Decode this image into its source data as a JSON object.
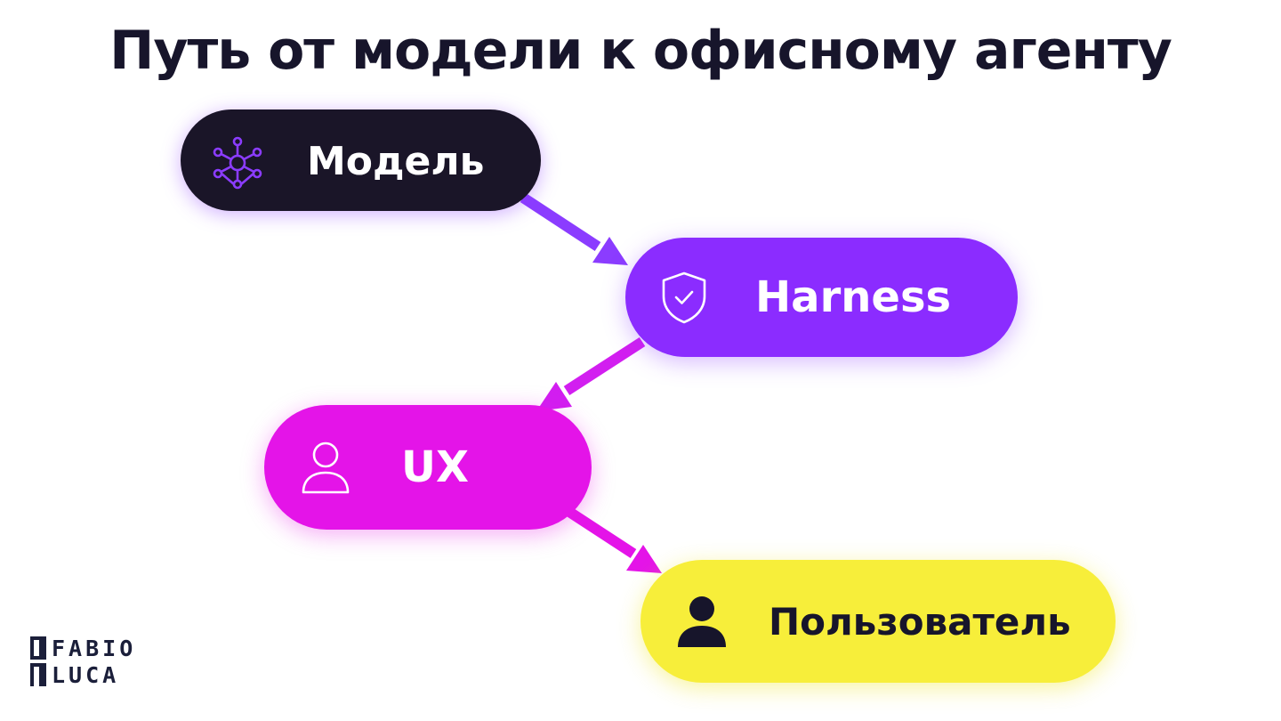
{
  "title": "Путь от модели к офисному агенту",
  "nodes": [
    {
      "label": "Модель",
      "icon": "network-icon",
      "fill": "#1a1528",
      "text_color": "#ffffff",
      "icon_color": "#8b3cff"
    },
    {
      "label": "Harness",
      "icon": "shield-check-icon",
      "fill": "#8b2cff",
      "text_color": "#ffffff",
      "icon_color": "#ffffff"
    },
    {
      "label": "UX",
      "icon": "user-outline-icon",
      "fill": "#e414e8",
      "text_color": "#ffffff",
      "icon_color": "#ffffff"
    },
    {
      "label": "Пользователь",
      "icon": "user-solid-icon",
      "fill": "#f7ee3a",
      "text_color": "#17152b",
      "icon_color": "#17152b"
    }
  ],
  "edges": [
    {
      "from": "Модель",
      "to": "Harness",
      "color": "#8b3cff"
    },
    {
      "from": "Harness",
      "to": "UX",
      "color": "#d21ef0"
    },
    {
      "from": "UX",
      "to": "Пользователь",
      "color": "#e414e8"
    }
  ],
  "logo": {
    "line1": "FABIO",
    "line2": "LUCA"
  }
}
